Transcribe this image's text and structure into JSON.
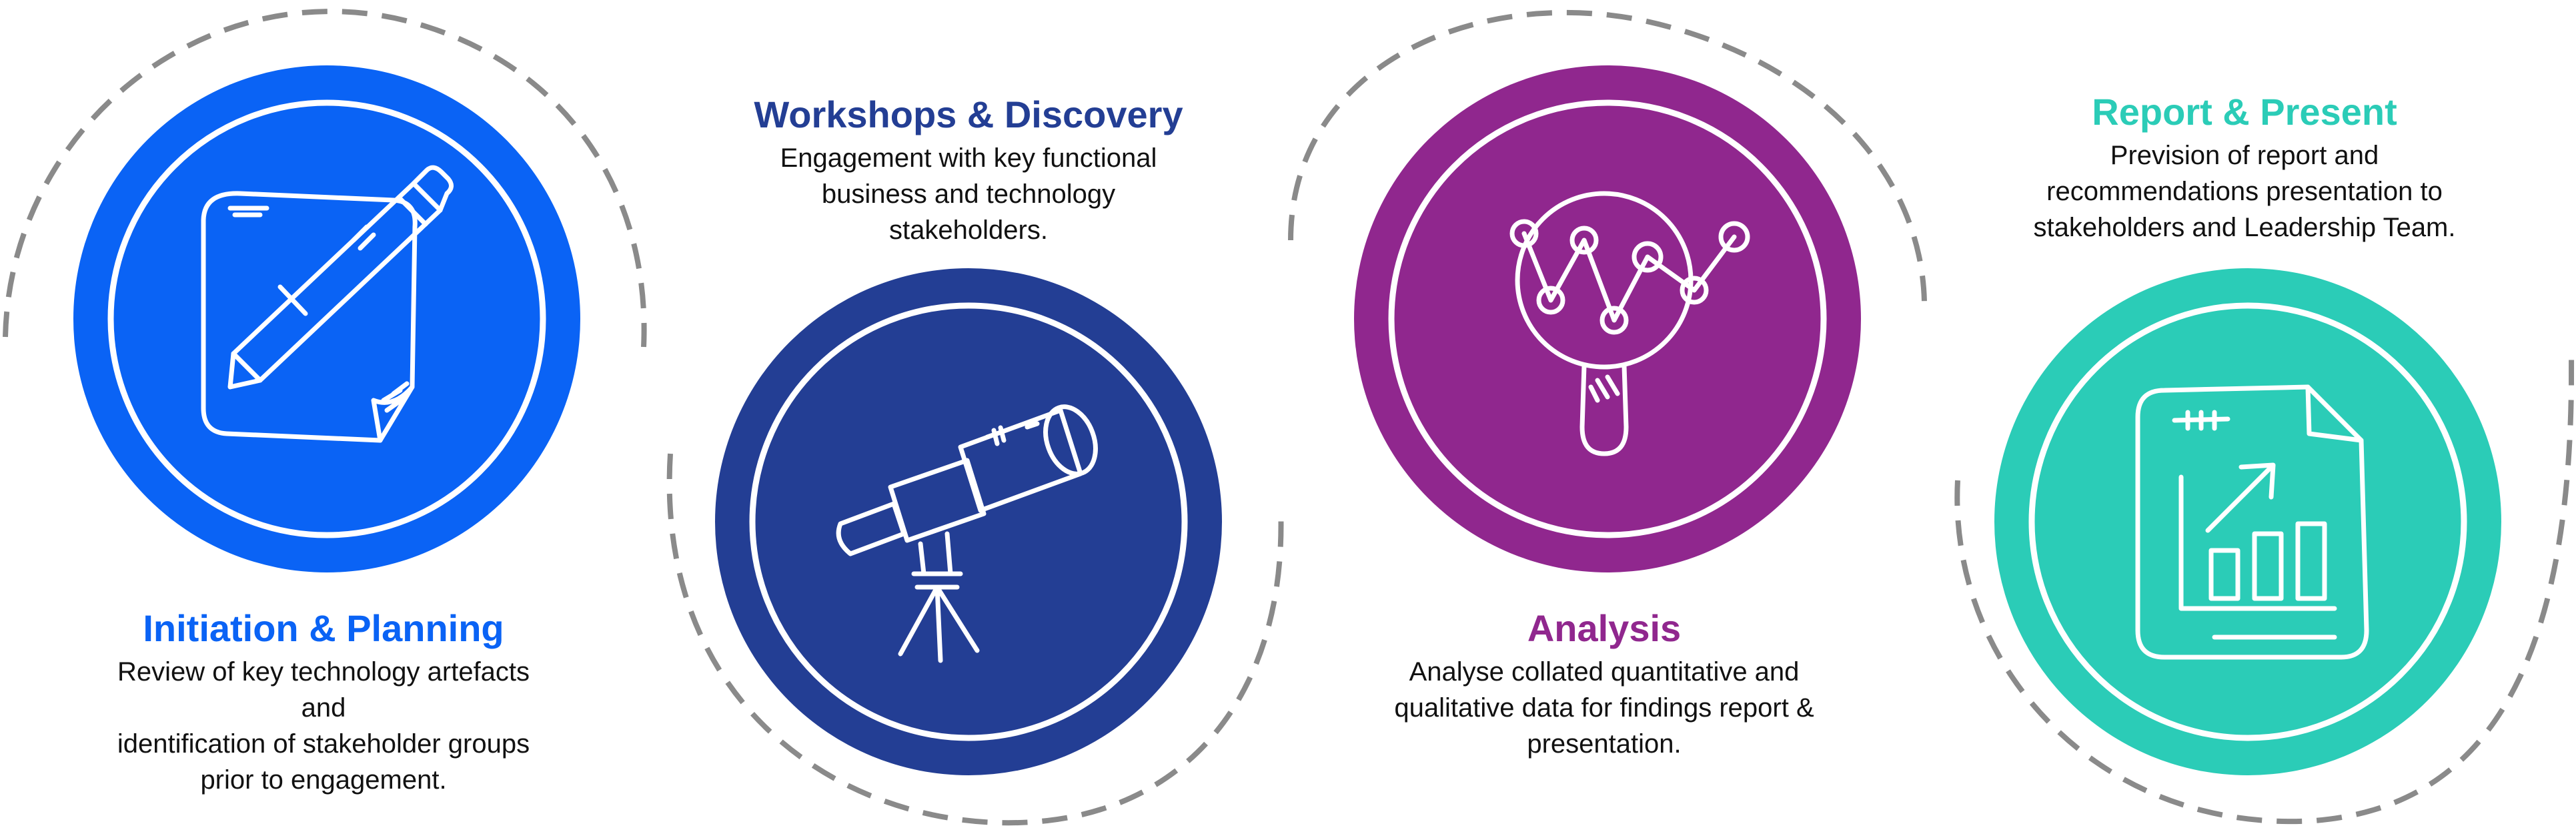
{
  "stages": [
    {
      "title": "Initiation & Planning",
      "desc_lines": [
        "Review of key technology artefacts",
        "and",
        "identification of stakeholder groups",
        "prior to engagement."
      ],
      "color": "#0A63F5",
      "icon": "notepad-pencil-icon"
    },
    {
      "title": "Workshops & Discovery",
      "desc_lines": [
        "Engagement with key functional",
        "business and technology",
        "stakeholders."
      ],
      "color": "#233E94",
      "icon": "telescope-icon"
    },
    {
      "title": "Analysis",
      "desc_lines": [
        "Analyse collated quantitative and",
        "qualitative data for findings report &",
        "presentation."
      ],
      "color": "#90278E",
      "icon": "magnifier-chart-icon"
    },
    {
      "title": "Report & Present",
      "desc_lines": [
        "Prevision of report and",
        "recommendations presentation to",
        "stakeholders and Leadership Team."
      ],
      "color": "#2BCCB7",
      "icon": "report-chart-icon"
    }
  ],
  "connector_color": "#8A8A8A"
}
